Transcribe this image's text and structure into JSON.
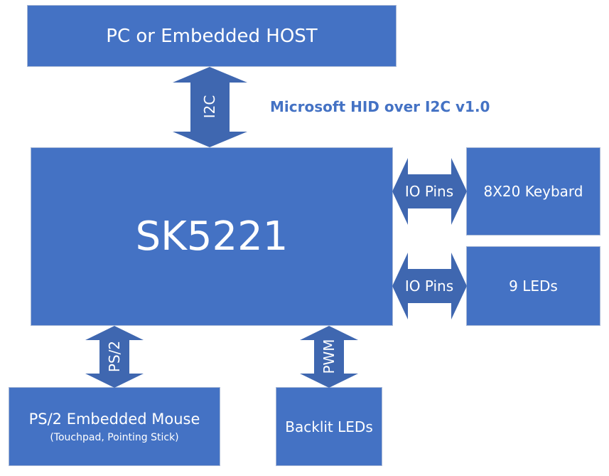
{
  "colors": {
    "box_fill": "#4472c4",
    "arrow_fill": "#3f67b0",
    "note_text": "#4472c4",
    "box_text": "#ffffff"
  },
  "nodes": {
    "host": {
      "label": "PC or Embedded HOST"
    },
    "chip": {
      "label": "SK5221"
    },
    "keyboard": {
      "label": "8X20 Keybard"
    },
    "leds": {
      "label": "9 LEDs"
    },
    "mouse": {
      "label": "PS/2 Embedded Mouse",
      "sublabel": "(Touchpad, Pointing Stick)"
    },
    "backlight": {
      "label": "Backlit LEDs"
    }
  },
  "edges": {
    "host_chip": {
      "label": "I2C",
      "from": "host",
      "to": "chip",
      "direction": "bidirectional"
    },
    "chip_keyboard": {
      "label": "IO Pins",
      "from": "chip",
      "to": "keyboard",
      "direction": "bidirectional"
    },
    "chip_leds": {
      "label": "IO Pins",
      "from": "chip",
      "to": "leds",
      "direction": "bidirectional"
    },
    "chip_mouse": {
      "label": "PS/2",
      "from": "chip",
      "to": "mouse",
      "direction": "bidirectional"
    },
    "chip_backlight": {
      "label": "PWM",
      "from": "chip",
      "to": "backlight",
      "direction": "bidirectional"
    }
  },
  "annotations": {
    "protocol": "Microsoft HID over I2C v1.0"
  }
}
